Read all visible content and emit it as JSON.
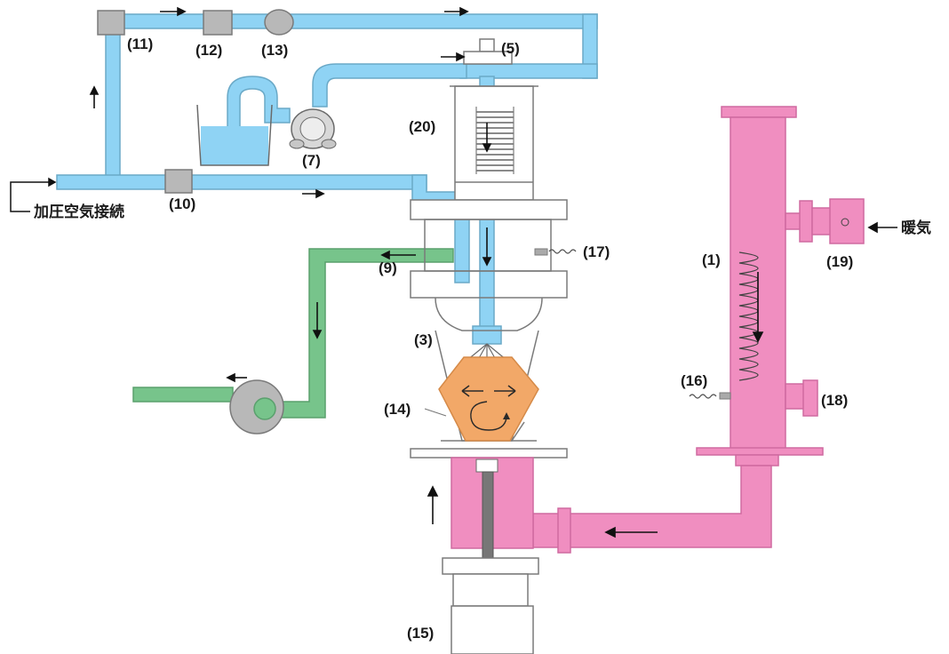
{
  "diagram": {
    "labels": {
      "l1": "(1)",
      "l3": "(3)",
      "l5": "(5)",
      "l7": "(7)",
      "l9": "(9)",
      "l10": "(10)",
      "l11": "(11)",
      "l12": "(12)",
      "l13": "(13)",
      "l14": "(14)",
      "l15": "(15)",
      "l16": "(16)",
      "l17": "(17)",
      "l18": "(18)",
      "l19": "(19)",
      "l20": "(20)"
    },
    "air_inlet_label": "加圧空気接続",
    "steam_label": "暖気"
  },
  "colors": {
    "air_line": "#8fd3f4",
    "exhaust_line": "#77c48b",
    "hot_air_line": "#f08ec0",
    "product": "#f2a868",
    "valve": "#b8b8b8",
    "outline": "#6a6a6a"
  }
}
